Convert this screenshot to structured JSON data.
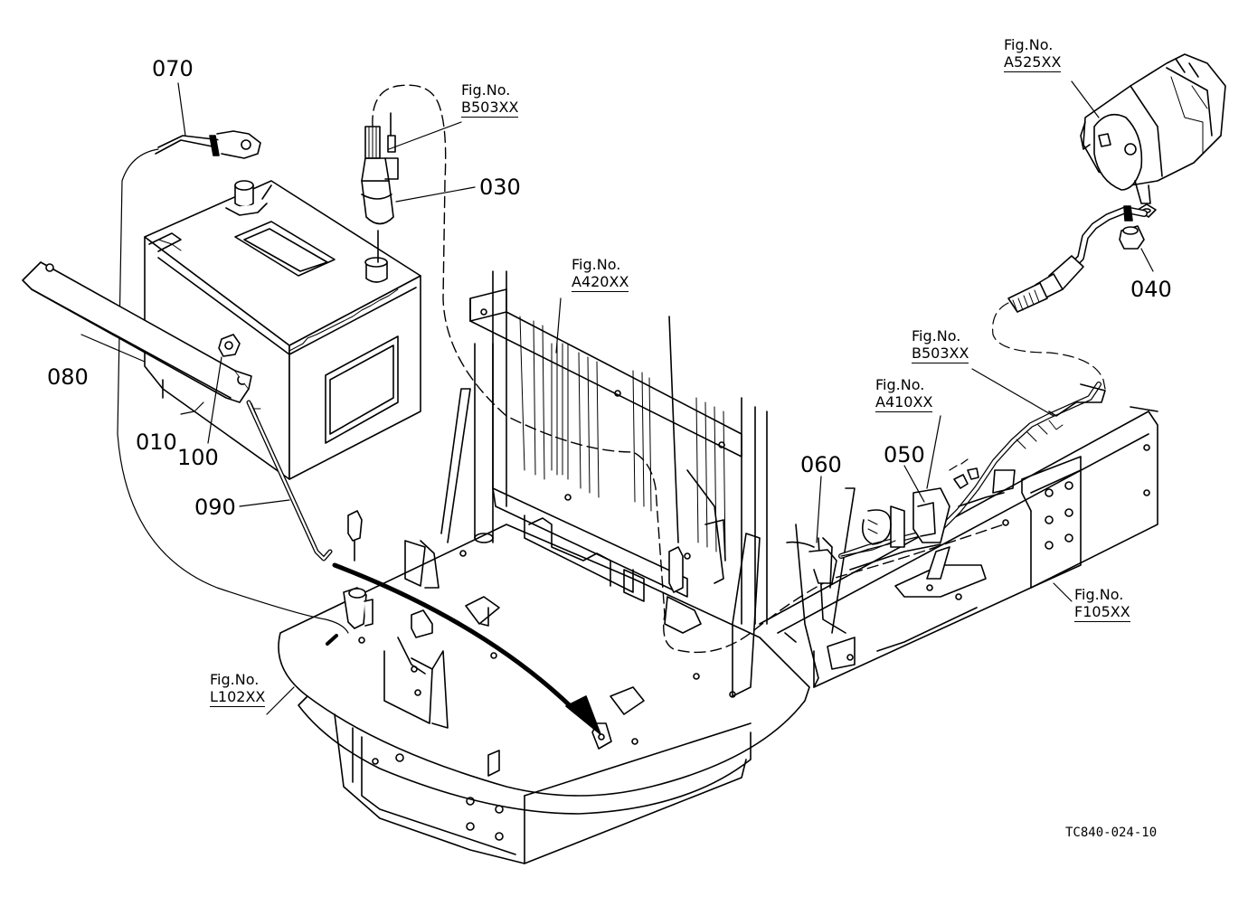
{
  "part_labels": {
    "p070": "070",
    "p030": "030",
    "p080": "080",
    "p010": "010",
    "p100": "100",
    "p090": "090",
    "p060": "060",
    "p050": "050",
    "p040": "040"
  },
  "figure_refs": {
    "b503_top": {
      "title": "Fig.No.",
      "code": "B503XX"
    },
    "a420": {
      "title": "Fig.No.",
      "code": "A420XX"
    },
    "a525": {
      "title": "Fig.No.",
      "code": "A525XX"
    },
    "b503_right": {
      "title": "Fig.No.",
      "code": "B503XX"
    },
    "a410": {
      "title": "Fig.No.",
      "code": "A410XX"
    },
    "f105": {
      "title": "Fig.No.",
      "code": "F105XX"
    },
    "l102": {
      "title": "Fig.No.",
      "code": "L102XX"
    }
  },
  "drawing_code": "TC840-024-10"
}
